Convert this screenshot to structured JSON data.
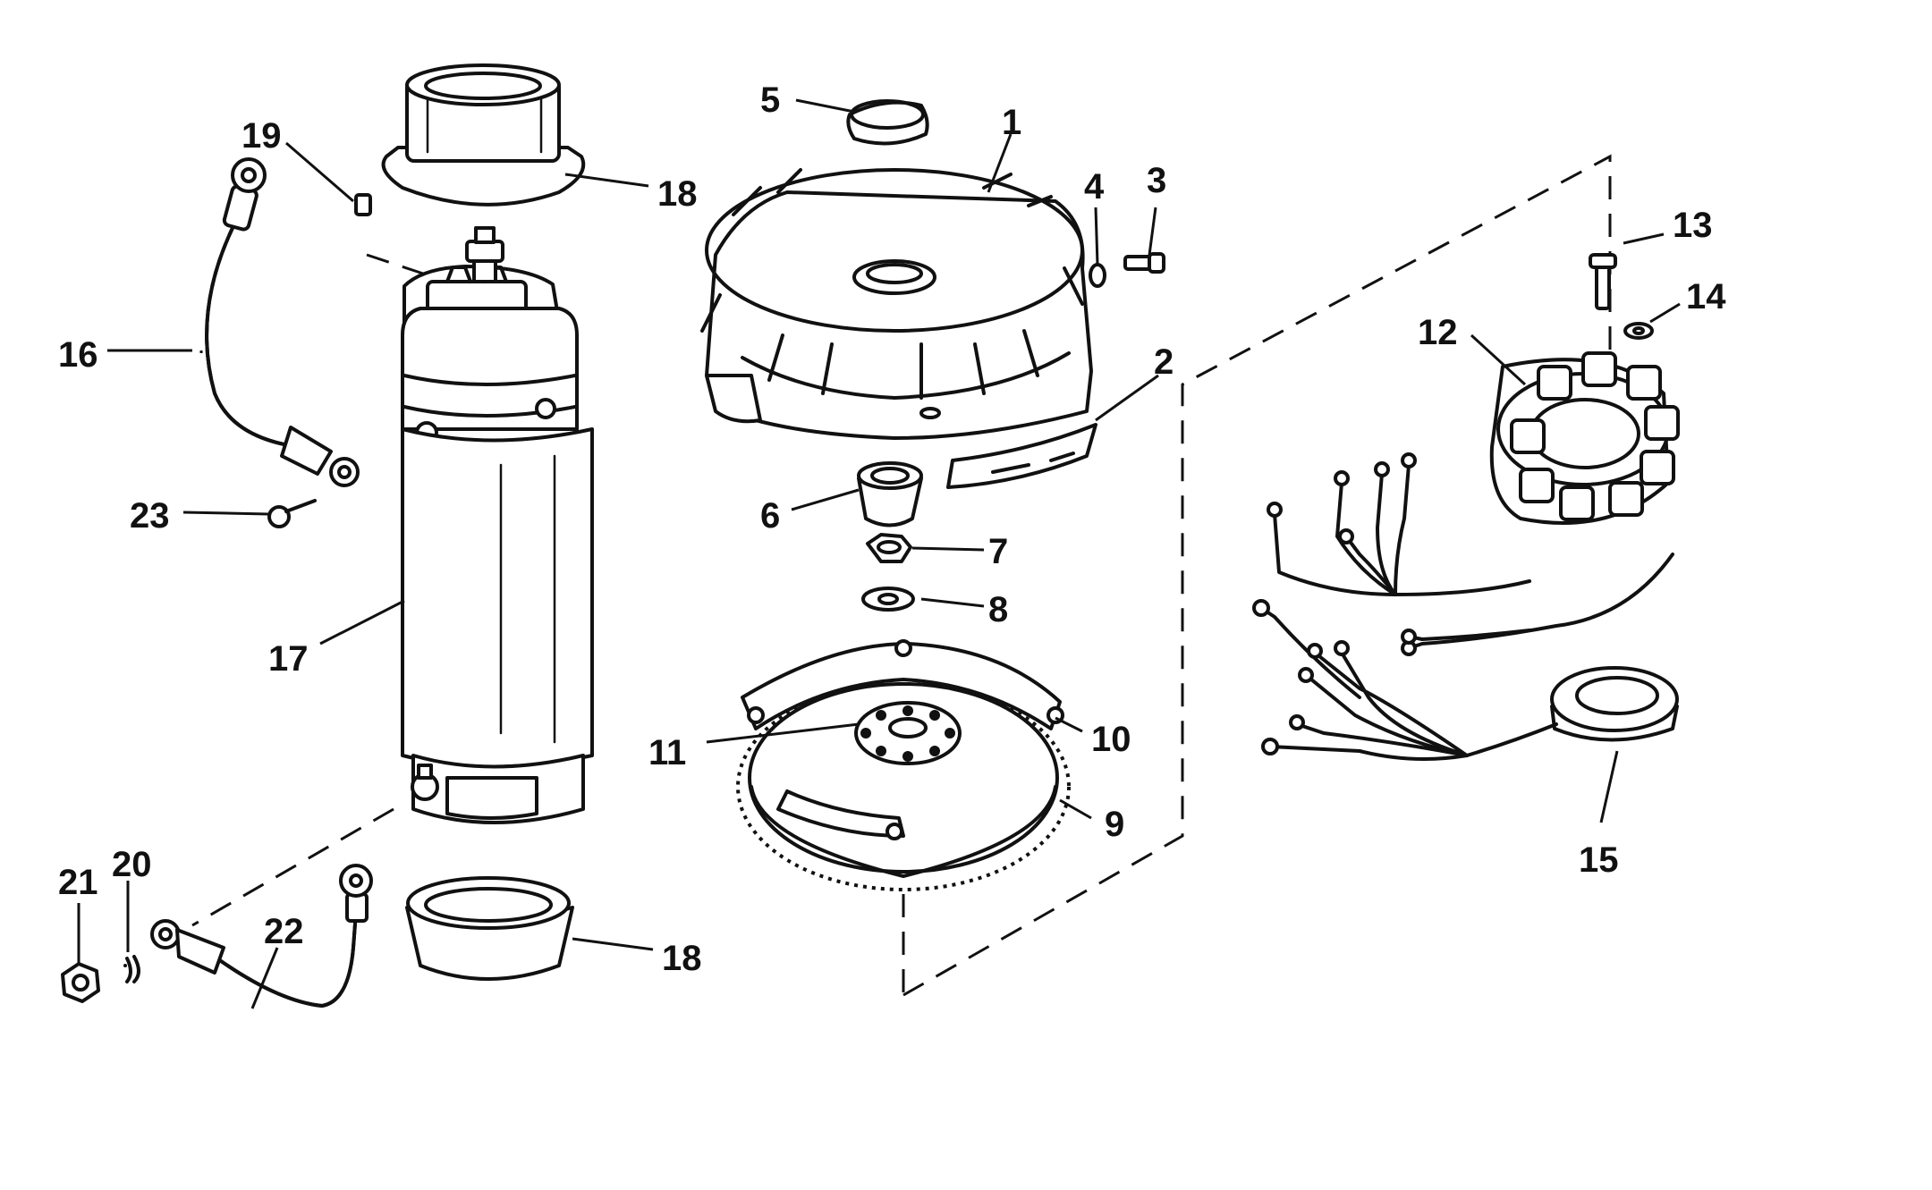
{
  "diagram": {
    "callouts": [
      {
        "id": "c1",
        "number": "1"
      },
      {
        "id": "c2",
        "number": "2"
      },
      {
        "id": "c3",
        "number": "3"
      },
      {
        "id": "c4",
        "number": "4"
      },
      {
        "id": "c5",
        "number": "5"
      },
      {
        "id": "c6",
        "number": "6"
      },
      {
        "id": "c7",
        "number": "7"
      },
      {
        "id": "c8",
        "number": "8"
      },
      {
        "id": "c9",
        "number": "9"
      },
      {
        "id": "c10",
        "number": "10"
      },
      {
        "id": "c11",
        "number": "11"
      },
      {
        "id": "c12",
        "number": "12"
      },
      {
        "id": "c13",
        "number": "13"
      },
      {
        "id": "c14",
        "number": "14"
      },
      {
        "id": "c15",
        "number": "15"
      },
      {
        "id": "c16",
        "number": "16"
      },
      {
        "id": "c17",
        "number": "17"
      },
      {
        "id": "c18a",
        "number": "18"
      },
      {
        "id": "c18b",
        "number": "18"
      },
      {
        "id": "c19",
        "number": "19"
      },
      {
        "id": "c20",
        "number": "20"
      },
      {
        "id": "c21",
        "number": "21"
      },
      {
        "id": "c22",
        "number": "22"
      },
      {
        "id": "c23",
        "number": "23"
      }
    ],
    "colors": {
      "ink": "#111111",
      "paper": "#ffffff"
    }
  }
}
